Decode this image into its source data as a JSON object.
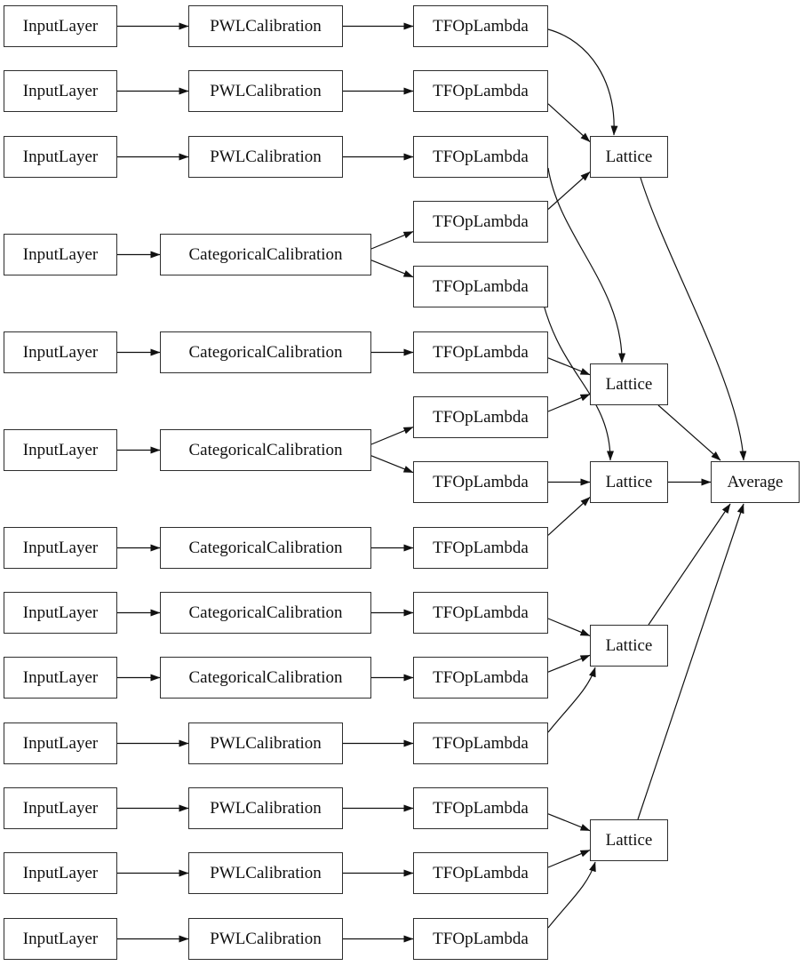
{
  "diagram": {
    "kind": "keras-model-graph",
    "background_color": "#ffffff",
    "node_fill_color": "#ffffff",
    "node_border_color": "#2e2e2e",
    "edge_color": "#111111",
    "nodes": {
      "il0": {
        "label": "InputLayer"
      },
      "il1": {
        "label": "InputLayer"
      },
      "il2": {
        "label": "InputLayer"
      },
      "il3": {
        "label": "InputLayer"
      },
      "il4": {
        "label": "InputLayer"
      },
      "il5": {
        "label": "InputLayer"
      },
      "il6": {
        "label": "InputLayer"
      },
      "il7": {
        "label": "InputLayer"
      },
      "il8": {
        "label": "InputLayer"
      },
      "il9": {
        "label": "InputLayer"
      },
      "il10": {
        "label": "InputLayer"
      },
      "il11": {
        "label": "InputLayer"
      },
      "il12": {
        "label": "InputLayer"
      },
      "cal0": {
        "label": "PWLCalibration"
      },
      "cal1": {
        "label": "PWLCalibration"
      },
      "cal2": {
        "label": "PWLCalibration"
      },
      "cal3": {
        "label": "CategoricalCalibration"
      },
      "cal4": {
        "label": "CategoricalCalibration"
      },
      "cal5": {
        "label": "CategoricalCalibration"
      },
      "cal6": {
        "label": "CategoricalCalibration"
      },
      "cal7": {
        "label": "CategoricalCalibration"
      },
      "cal8": {
        "label": "CategoricalCalibration"
      },
      "cal9": {
        "label": "PWLCalibration"
      },
      "cal10": {
        "label": "PWLCalibration"
      },
      "cal11": {
        "label": "PWLCalibration"
      },
      "cal12": {
        "label": "PWLCalibration"
      },
      "tf0": {
        "label": "TFOpLambda"
      },
      "tf1": {
        "label": "TFOpLambda"
      },
      "tf2": {
        "label": "TFOpLambda"
      },
      "tf3": {
        "label": "TFOpLambda"
      },
      "tf4": {
        "label": "TFOpLambda"
      },
      "tf5": {
        "label": "TFOpLambda"
      },
      "tf6": {
        "label": "TFOpLambda"
      },
      "tf7": {
        "label": "TFOpLambda"
      },
      "tf8": {
        "label": "TFOpLambda"
      },
      "tf9": {
        "label": "TFOpLambda"
      },
      "tf10": {
        "label": "TFOpLambda"
      },
      "tf11": {
        "label": "TFOpLambda"
      },
      "tf12": {
        "label": "TFOpLambda"
      },
      "tf13": {
        "label": "TFOpLambda"
      },
      "tf14": {
        "label": "TFOpLambda"
      },
      "lat0": {
        "label": "Lattice"
      },
      "lat1": {
        "label": "Lattice"
      },
      "lat2": {
        "label": "Lattice"
      },
      "lat3": {
        "label": "Lattice"
      },
      "lat4": {
        "label": "Lattice"
      },
      "avg": {
        "label": "Average"
      }
    },
    "edges": [
      {
        "from": "il0",
        "to": "cal0"
      },
      {
        "from": "il1",
        "to": "cal1"
      },
      {
        "from": "il2",
        "to": "cal2"
      },
      {
        "from": "il3",
        "to": "cal3"
      },
      {
        "from": "il4",
        "to": "cal4"
      },
      {
        "from": "il5",
        "to": "cal5"
      },
      {
        "from": "il6",
        "to": "cal6"
      },
      {
        "from": "il7",
        "to": "cal7"
      },
      {
        "from": "il8",
        "to": "cal8"
      },
      {
        "from": "il9",
        "to": "cal9"
      },
      {
        "from": "il10",
        "to": "cal10"
      },
      {
        "from": "il11",
        "to": "cal11"
      },
      {
        "from": "il12",
        "to": "cal12"
      },
      {
        "from": "cal0",
        "to": "tf0"
      },
      {
        "from": "cal1",
        "to": "tf1"
      },
      {
        "from": "cal2",
        "to": "tf2"
      },
      {
        "from": "cal3",
        "to": "tf3"
      },
      {
        "from": "cal3",
        "to": "tf4"
      },
      {
        "from": "cal4",
        "to": "tf5"
      },
      {
        "from": "cal5",
        "to": "tf6"
      },
      {
        "from": "cal5",
        "to": "tf7"
      },
      {
        "from": "cal6",
        "to": "tf8"
      },
      {
        "from": "cal7",
        "to": "tf9"
      },
      {
        "from": "cal8",
        "to": "tf10"
      },
      {
        "from": "cal9",
        "to": "tf11"
      },
      {
        "from": "cal10",
        "to": "tf12"
      },
      {
        "from": "cal11",
        "to": "tf13"
      },
      {
        "from": "cal12",
        "to": "tf14"
      },
      {
        "from": "tf0",
        "to": "lat0"
      },
      {
        "from": "tf1",
        "to": "lat0"
      },
      {
        "from": "tf3",
        "to": "lat0"
      },
      {
        "from": "tf2",
        "to": "lat1"
      },
      {
        "from": "tf5",
        "to": "lat1"
      },
      {
        "from": "tf6",
        "to": "lat1"
      },
      {
        "from": "tf4",
        "to": "lat2"
      },
      {
        "from": "tf7",
        "to": "lat2"
      },
      {
        "from": "tf8",
        "to": "lat2"
      },
      {
        "from": "tf9",
        "to": "lat3"
      },
      {
        "from": "tf10",
        "to": "lat3"
      },
      {
        "from": "tf11",
        "to": "lat3"
      },
      {
        "from": "tf12",
        "to": "lat4"
      },
      {
        "from": "tf13",
        "to": "lat4"
      },
      {
        "from": "tf14",
        "to": "lat4"
      },
      {
        "from": "lat0",
        "to": "avg"
      },
      {
        "from": "lat1",
        "to": "avg"
      },
      {
        "from": "lat2",
        "to": "avg"
      },
      {
        "from": "lat3",
        "to": "avg"
      },
      {
        "from": "lat4",
        "to": "avg"
      }
    ]
  }
}
